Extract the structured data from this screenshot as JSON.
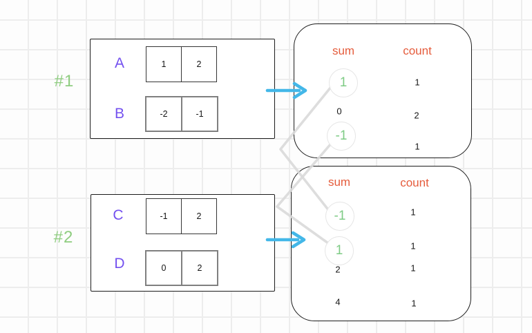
{
  "diagram_title": "pairwise array sums grouped into sum/count tables",
  "groups": [
    {
      "label": "#1",
      "rows": [
        {
          "name": "A",
          "cells": [
            "1",
            "2"
          ]
        },
        {
          "name": "B",
          "cells": [
            "-2",
            "-1"
          ]
        }
      ]
    },
    {
      "label": "#2",
      "rows": [
        {
          "name": "C",
          "cells": [
            "-1",
            "2"
          ]
        },
        {
          "name": "D",
          "cells": [
            "0",
            "2"
          ]
        }
      ]
    }
  ],
  "tables": [
    {
      "sum_header": "sum",
      "count_header": "count",
      "rows": [
        {
          "sum": "1",
          "count": "1",
          "highlighted": true
        },
        {
          "sum": "0",
          "count": "2",
          "highlighted": false
        },
        {
          "sum": "-1",
          "count": "1",
          "highlighted": true
        }
      ]
    },
    {
      "sum_header": "sum",
      "count_header": "count",
      "rows": [
        {
          "sum": "-1",
          "count": "1",
          "highlighted": true
        },
        {
          "sum": "1",
          "count": "1",
          "highlighted": true
        },
        {
          "sum": "2",
          "count": "1",
          "highlighted": false
        },
        {
          "sum": "4",
          "count": "1",
          "highlighted": false
        }
      ]
    }
  ],
  "connections": [
    {
      "from": "table1 sum 1",
      "to": "table2 sum -1"
    },
    {
      "from": "table1 sum -1",
      "to": "table2 sum 1"
    }
  ],
  "colors": {
    "group_label_green": "#8fcd80",
    "array_letter_purple": "#7350ef",
    "table_header_orange": "#e55c3c",
    "highlight_green": "#7ecb85",
    "arrow_cyan": "#43b7e8",
    "connector_gray": "#d9d9d9"
  }
}
